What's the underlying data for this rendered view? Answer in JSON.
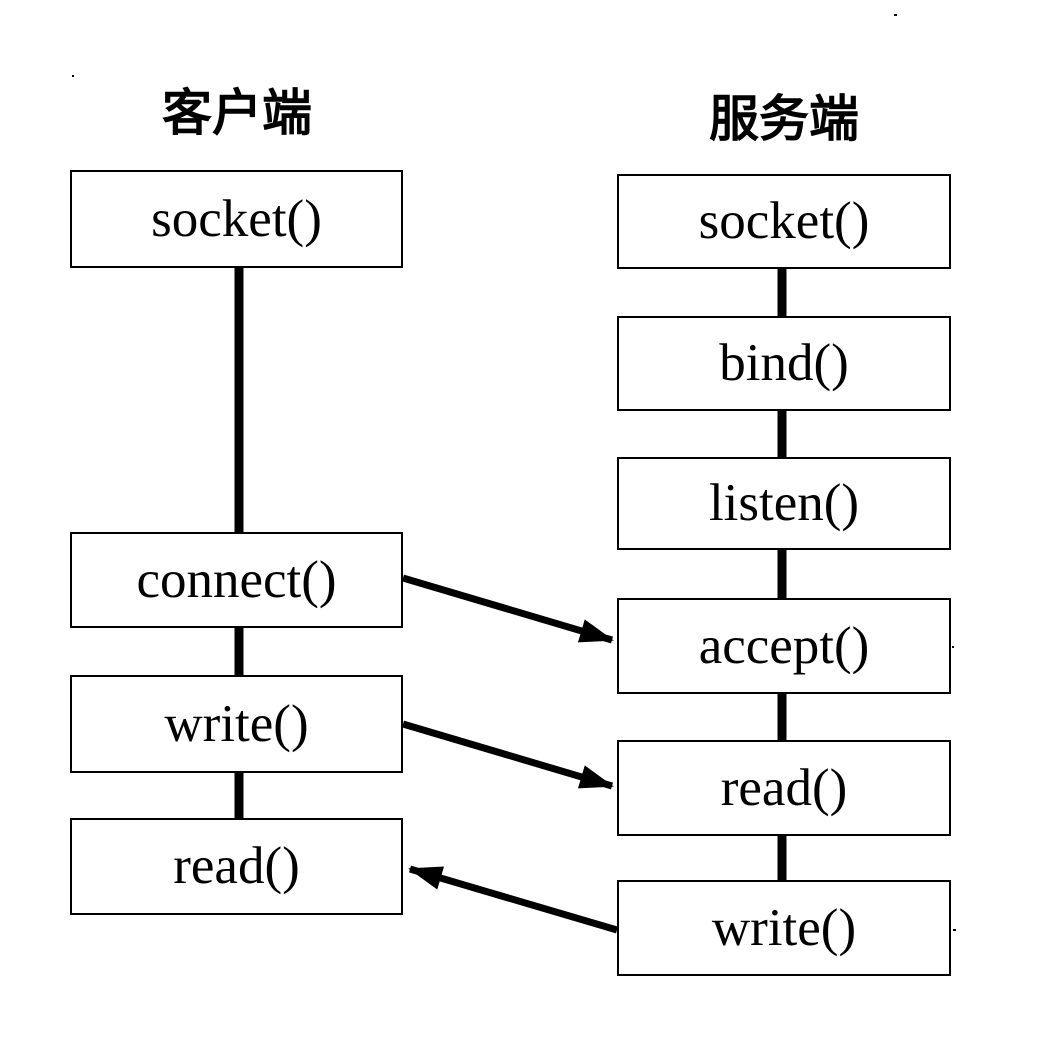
{
  "diagram": {
    "title_implied": "socket flow client-server",
    "colors": {
      "background": "#ffffff",
      "line": "#000000",
      "text": "#000000",
      "box_fill": "#ffffff"
    },
    "client": {
      "title": "客户端",
      "steps": [
        "socket()",
        "connect()",
        "write()",
        "read()"
      ]
    },
    "server": {
      "title": "服务端",
      "steps": [
        "socket()",
        "bind()",
        "listen()",
        "accept()",
        "read()",
        "write()"
      ]
    },
    "arrows": [
      {
        "from": "client connect()",
        "to": "server accept()"
      },
      {
        "from": "client write()",
        "to": "server read()"
      },
      {
        "from": "server write()",
        "to": "client read()"
      }
    ]
  }
}
